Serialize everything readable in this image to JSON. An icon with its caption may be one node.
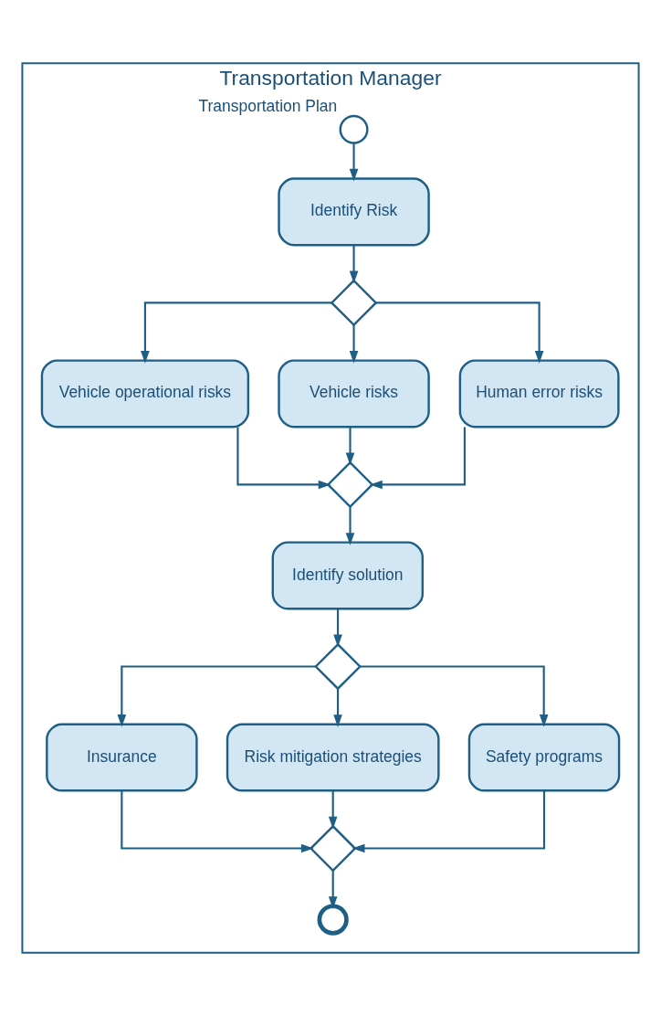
{
  "diagram": {
    "nodes": [
      {
        "text": [
          "Transportation Manager"
        ]
      },
      {
        "text": [],
        "shape": "circle",
        "in": 0,
        "beside": [
          "Transportation Plan"
        ]
      },
      {
        "text": [
          "Identify Risk"
        ],
        "in": 0
      },
      {
        "text": [],
        "shape": "diamond",
        "in": 0
      },
      {
        "text": [
          "Vehicle operational risks"
        ],
        "in": 0
      },
      {
        "text": [
          "Vehicle risks"
        ],
        "in": 0
      },
      {
        "text": [
          "Human error risks"
        ],
        "in": 0
      },
      {
        "text": [],
        "shape": "diamond",
        "in": 0
      },
      {
        "text": [
          "Identify solution"
        ],
        "in": 0
      },
      {
        "text": [],
        "shape": "diamond",
        "in": 0
      },
      {
        "text": [
          "Insurance"
        ],
        "in": 0
      },
      {
        "text": [
          "Risk mitigation strategies"
        ],
        "in": 0
      },
      {
        "text": [
          "Safety programs"
        ],
        "in": 0
      },
      {
        "text": [],
        "shape": "diamond",
        "in": 0
      },
      {
        "text": [],
        "shape": "circle",
        "in": 0
      }
    ],
    "edges": [
      {
        "from": 1,
        "to": 2,
        "arrow": "to"
      },
      {
        "from": 2,
        "to": 3,
        "arrow": "to"
      },
      {
        "from": 3,
        "to": 4,
        "arrow": "to"
      },
      {
        "from": 3,
        "to": 5,
        "arrow": "to"
      },
      {
        "from": 3,
        "to": 6,
        "arrow": "to"
      },
      {
        "from": 4,
        "to": 7,
        "arrow": "to"
      },
      {
        "from": 5,
        "to": 7,
        "arrow": "to"
      },
      {
        "from": 6,
        "to": 7,
        "arrow": "to"
      },
      {
        "from": 7,
        "to": 8,
        "arrow": "to"
      },
      {
        "from": 8,
        "to": 9,
        "arrow": "to"
      },
      {
        "from": 9,
        "to": 10,
        "arrow": "to"
      },
      {
        "from": 9,
        "to": 11,
        "arrow": "to"
      },
      {
        "from": 9,
        "to": 12,
        "arrow": "to"
      },
      {
        "from": 10,
        "to": 13,
        "arrow": "to"
      },
      {
        "from": 11,
        "to": 13,
        "arrow": "to"
      },
      {
        "from": 12,
        "to": 13,
        "arrow": "to"
      },
      {
        "from": 13,
        "to": 14,
        "arrow": "to"
      }
    ]
  }
}
